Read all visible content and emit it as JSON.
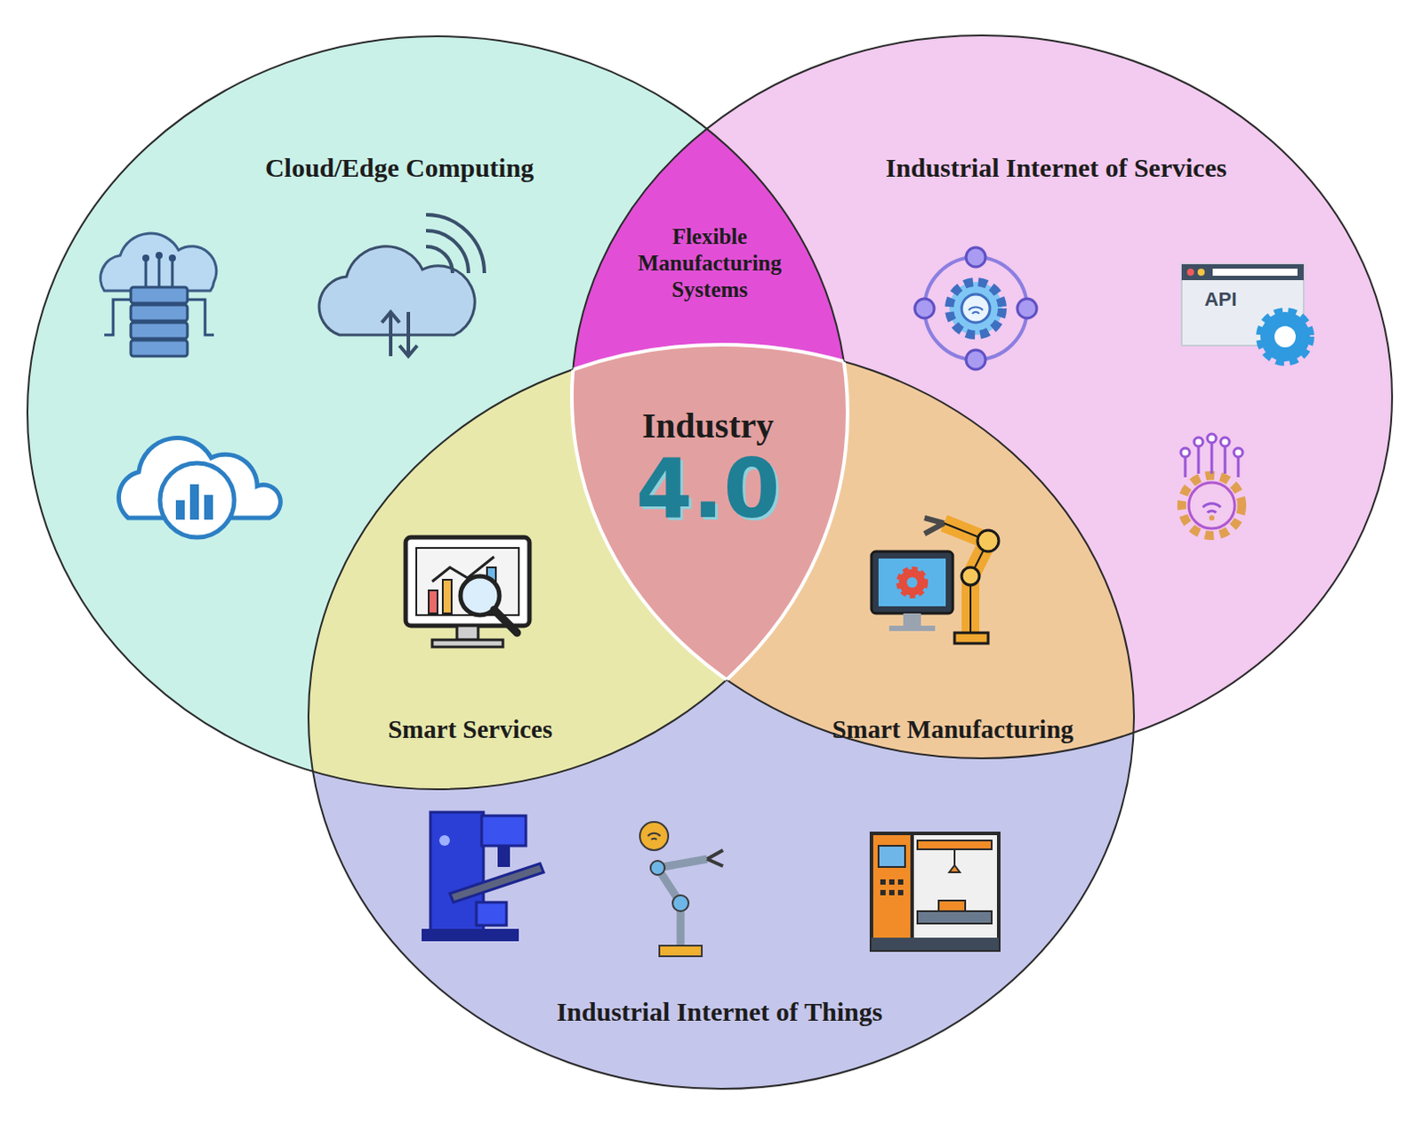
{
  "diagram": {
    "nodes": [
      {
        "text": [
          "Cloud/Edge Computing"
        ]
      },
      {
        "text": [
          "Industrial Internet of Services"
        ]
      },
      {
        "text": [
          "Flexible Manufacturing Systems"
        ]
      },
      {
        "text": [
          "Industry",
          "4.0"
        ]
      },
      {
        "text": [
          "Smart Services"
        ]
      },
      {
        "text": [
          "Smart Manufacturing"
        ]
      },
      {
        "text": [
          "Industrial Internet of Things"
        ]
      }
    ],
    "labels": [
      "API"
    ]
  }
}
